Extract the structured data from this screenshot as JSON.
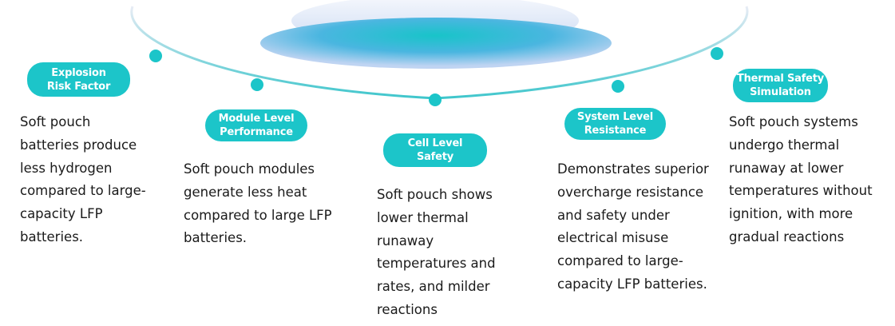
{
  "colors": {
    "accent": "#1cc5c9",
    "arc": "#43c9cf",
    "text": "#1a1a1a",
    "disc_light": "#e3ecf8",
    "disc_dark": "#1cc5c9"
  },
  "categories": [
    {
      "label_lines": [
        "Explosion",
        "Risk Factor"
      ],
      "desc_lines": [
        "Soft pouch",
        "batteries produce",
        "less hydrogen",
        "compared to large-",
        "capacity LFP",
        "batteries."
      ]
    },
    {
      "label_lines": [
        "Module Level",
        "Performance"
      ],
      "desc_lines": [
        "Soft pouch modules",
        "generate less heat",
        "compared to large LFP",
        "batteries."
      ]
    },
    {
      "label_lines": [
        "Cell Level",
        "Safety"
      ],
      "desc_lines": [
        "Soft pouch shows",
        "lower thermal",
        "runaway",
        "temperatures and",
        "rates, and milder",
        "reactions"
      ]
    },
    {
      "label_lines": [
        "System Level",
        "Resistance"
      ],
      "desc_lines": [
        "Demonstrates superior",
        "overcharge resistance",
        "and safety under",
        "electrical misuse",
        "compared to large-",
        "capacity LFP batteries."
      ]
    },
    {
      "label_lines": [
        "Thermal Safety",
        "Simulation"
      ],
      "desc_lines": [
        "Soft pouch systems",
        "undergo thermal",
        "runaway at lower",
        "temperatures without",
        "ignition, with more",
        "gradual reactions"
      ]
    }
  ]
}
